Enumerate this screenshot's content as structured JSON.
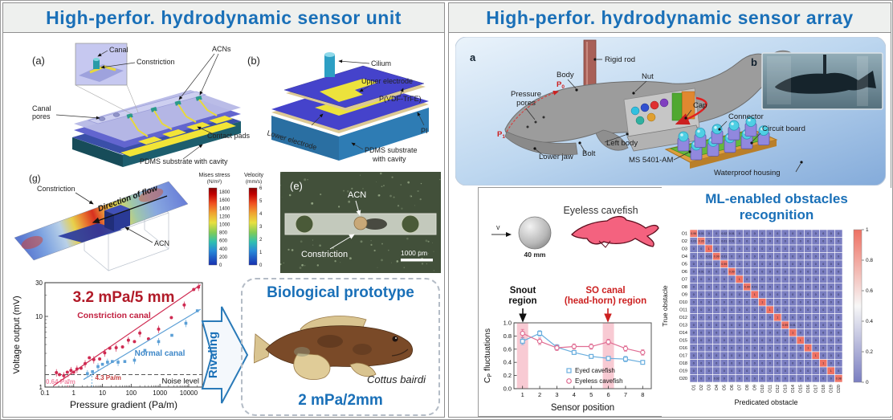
{
  "colors": {
    "accent_blue": "#1a70b8",
    "dark_red": "#b11a28",
    "constriction_red": "#cf2b52",
    "normal_blue": "#5b9fd6",
    "pink": "#ef8aa8",
    "matrix_low": "#7a7ec1",
    "matrix_mid": "#f7f7f7",
    "matrix_high": "#ee7163"
  },
  "left": {
    "title": "High-perfor. hydrodynamic sensor unit",
    "panel_a": {
      "tag": "(a)",
      "labels": {
        "canal": "Canal",
        "constriction": "Constriction",
        "acns": "ACNs",
        "canal_pores_1": "Canal",
        "canal_pores_2": "pores",
        "contact_pads": "Contact pads",
        "substrate": "PDMS substrate with cavity"
      }
    },
    "panel_b": {
      "tag": "(b)",
      "labels": {
        "cilium": "Cilium",
        "upper_electrode": "Upper electrode",
        "pvdf": "P(VDF-TrFE)",
        "lower_electrode": "Lower electrode",
        "pi": "PI",
        "substrate_1": "PDMS substrate",
        "substrate_2": "with cavity"
      }
    },
    "panel_g": {
      "tag": "(g)",
      "labels": {
        "constriction": "Constriction",
        "flow": "Direction of flow",
        "acn": "ACN"
      },
      "colorbar_stress": {
        "title": "Mises stress",
        "unit": "(N/m²)",
        "ticks": [
          1800,
          1600,
          1400,
          1200,
          1000,
          800,
          600,
          400,
          200,
          0
        ],
        "max": 1900
      },
      "colorbar_velocity": {
        "title": "Velocity",
        "unit": "(mm/s)",
        "ticks": [
          6,
          5,
          4,
          3,
          2,
          1,
          0
        ],
        "max": 6
      }
    },
    "panel_e": {
      "tag": "(e)",
      "labels": {
        "acn": "ACN",
        "constriction": "Constriction"
      },
      "scalebar": "1000 μm"
    },
    "rivaling": "Rivaling",
    "prototype": {
      "title": "Biological prototype",
      "species": "Cottus bairdi",
      "value": "2 mPa/2mm"
    }
  },
  "right": {
    "title": "High-perfor. hydrodynamic sensor array",
    "panel_a": {
      "tag": "a",
      "labels": {
        "rigid_rod": "Rigid rod",
        "body": "Body",
        "nut": "Nut",
        "pressure_1": "Pressure",
        "pressure_2": "pores",
        "p0_main": "P",
        "p0_sub": "0",
        "p1_main": "P",
        "p1_sub": "1",
        "left_body": "Left body",
        "lower_jaw": "Lower jaw",
        "bolt": "Bolt",
        "ms": "MS 5401-AM",
        "cap": "Cap",
        "connector": "Connector",
        "circuit_board": "Circuit board",
        "waterproof": "Waterproof housing"
      }
    },
    "panel_b": {
      "tag": "b"
    },
    "cavefish": {
      "title": "Eyeless cavefish",
      "v_label": "v",
      "sphere_label": "40 mm",
      "snout_1": "Snout",
      "snout_2": "region",
      "so_1": "SO canal",
      "so_2": "(head-horn) region"
    },
    "ml": {
      "title": "ML-enabled obstacles recognition"
    }
  },
  "chart_data": [
    {
      "id": "voltage",
      "type": "scatter",
      "xlabel": "Pressure gradient (Pa/m)",
      "ylabel": "Voltage output (mV)",
      "xlim": [
        0.1,
        30000
      ],
      "ylim": [
        1,
        30
      ],
      "xticks": [
        0.1,
        1,
        10,
        100,
        1000,
        10000
      ],
      "yticks": [
        1,
        10,
        30
      ],
      "noise_level": 1.5,
      "noise_label": "Noise level",
      "annotation": "3.2 mPa/5 mm",
      "thresholds": [
        {
          "value": 0.64,
          "label": "0.64 Pa/m",
          "label_color": "#f08aa6",
          "line_color": "#f08aa6"
        },
        {
          "value": 4.3,
          "label": "4.3 Pa/m",
          "label_color": "#c23b3b",
          "line_color": "#74b2e0"
        }
      ],
      "series": [
        {
          "name": "Constriction canal",
          "color": "#cf2b52",
          "marker": "circle",
          "points": [
            [
              0.25,
              1.6
            ],
            [
              0.32,
              1.5
            ],
            [
              0.45,
              1.45
            ],
            [
              0.6,
              1.62
            ],
            [
              0.8,
              1.72
            ],
            [
              1.0,
              1.62
            ],
            [
              1.3,
              1.8
            ],
            [
              1.8,
              1.85
            ],
            [
              2.5,
              2.15
            ],
            [
              3.5,
              2.6
            ],
            [
              5,
              2.45
            ],
            [
              8,
              2.5
            ],
            [
              12,
              3.05
            ],
            [
              18,
              3.55
            ],
            [
              30,
              3.6
            ],
            [
              50,
              3.7
            ],
            [
              80,
              4.6
            ],
            [
              130,
              4.4
            ],
            [
              200,
              5.8
            ],
            [
              400,
              4.8
            ],
            [
              900,
              6.6
            ],
            [
              2500,
              9.6
            ],
            [
              7000,
              14.5
            ],
            [
              15000,
              24
            ],
            [
              22000,
              26
            ]
          ],
          "trend": [
            [
              0.2,
              1.05
            ],
            [
              26000,
              28
            ]
          ]
        },
        {
          "name": "Normal canal",
          "color": "#5b9fd6",
          "marker": "square",
          "points": [
            [
              3,
              1.55
            ],
            [
              4.5,
              1.65
            ],
            [
              7,
              1.95
            ],
            [
              10,
              2.1
            ],
            [
              15,
              2.25
            ],
            [
              22,
              2.3
            ],
            [
              35,
              2.25
            ],
            [
              60,
              2.3
            ],
            [
              130,
              2.4
            ],
            [
              300,
              3.3
            ],
            [
              900,
              4.4
            ],
            [
              2600,
              5.4
            ],
            [
              8000,
              8
            ],
            [
              20000,
              12
            ]
          ],
          "trend": [
            [
              2.2,
              1.28
            ],
            [
              26000,
              12.6
            ]
          ]
        }
      ]
    },
    {
      "id": "cp",
      "type": "line",
      "xlabel": "Sensor position",
      "ylabel": {
        "pre": "C",
        "sub": "P",
        "post": " fluctuations"
      },
      "x": [
        1,
        2,
        3,
        4,
        5,
        6,
        7,
        8
      ],
      "ylim": [
        0,
        1
      ],
      "yticks": [
        0,
        0.2,
        0.4,
        0.6,
        0.8,
        1.0
      ],
      "highlight_positions": [
        1,
        6
      ],
      "series": [
        {
          "name": "Eyed cavefish",
          "color": "#6aaede",
          "marker": "square",
          "values": [
            0.72,
            0.84,
            0.63,
            0.55,
            0.49,
            0.46,
            0.45,
            0.4
          ],
          "errors": [
            0.05,
            0.04,
            0.04,
            0.03,
            0.03,
            0.03,
            0.04,
            0.03
          ]
        },
        {
          "name": "Eyeless cavefish",
          "color": "#e06d93",
          "marker": "circle",
          "values": [
            0.84,
            0.72,
            0.62,
            0.64,
            0.64,
            0.71,
            0.61,
            0.55
          ],
          "errors": [
            0.06,
            0.05,
            0.04,
            0.04,
            0.04,
            0.04,
            0.04,
            0.04
          ]
        }
      ]
    },
    {
      "id": "confusion",
      "type": "heatmap",
      "xlabel": "Predicated obstacle",
      "ylabel": "True obstacle",
      "labels": [
        "O1",
        "O2",
        "O3",
        "O4",
        "O5",
        "O6",
        "O7",
        "O8",
        "O9",
        "O10",
        "O11",
        "O12",
        "O13",
        "O14",
        "O15",
        "O16",
        "O17",
        "O18",
        "O19",
        "O20"
      ],
      "diagonal": [
        0.96,
        0.95,
        1,
        0.99,
        0.99,
        0.99,
        1,
        0.99,
        1,
        1,
        1,
        1,
        0.99,
        1,
        1,
        1,
        1,
        1,
        1,
        0.98
      ],
      "off_diagonal": [
        {
          "r": 0,
          "c": 1,
          "v": 0.01
        },
        {
          "r": 0,
          "c": 4,
          "v": 0.02
        },
        {
          "r": 0,
          "c": 5,
          "v": 0.01
        },
        {
          "r": 1,
          "c": 0,
          "v": 0.03
        },
        {
          "r": 1,
          "c": 4,
          "v": 0.01
        },
        {
          "r": 1,
          "c": 5,
          "v": 0.01
        },
        {
          "r": 3,
          "c": 2,
          "v": 0.01
        },
        {
          "r": 3,
          "c": 4,
          "v": 0.01
        },
        {
          "r": 4,
          "c": 2,
          "v": 0.01
        },
        {
          "r": 5,
          "c": 1,
          "v": 0.01
        },
        {
          "r": 7,
          "c": 8,
          "v": 0.01
        },
        {
          "r": 12,
          "c": 13,
          "v": 0.01
        },
        {
          "r": 19,
          "c": 3,
          "v": 0.02
        }
      ],
      "colorbar_ticks": [
        1,
        0.8,
        0.6,
        0.4,
        0.2,
        0
      ],
      "colors": {
        "low": "#7a7ec1",
        "mid": "#f7f7f7",
        "high": "#ee7163"
      }
    }
  ]
}
